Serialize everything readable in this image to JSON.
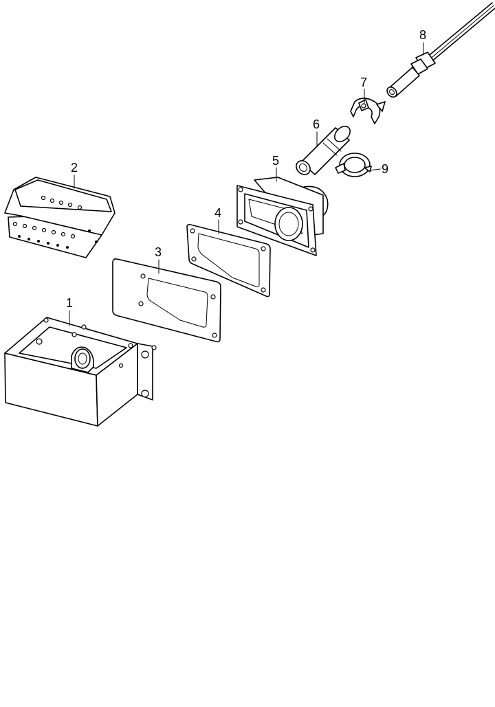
{
  "diagram": {
    "parts": [
      {
        "id": "part-1",
        "label": "1"
      },
      {
        "id": "part-2",
        "label": "2"
      },
      {
        "id": "part-3",
        "label": "3"
      },
      {
        "id": "part-4",
        "label": "4"
      },
      {
        "id": "part-5",
        "label": "5"
      },
      {
        "id": "part-6",
        "label": "6"
      },
      {
        "id": "part-7",
        "label": "7"
      },
      {
        "id": "part-8",
        "label": "8"
      },
      {
        "id": "part-9",
        "label": "9"
      }
    ]
  }
}
